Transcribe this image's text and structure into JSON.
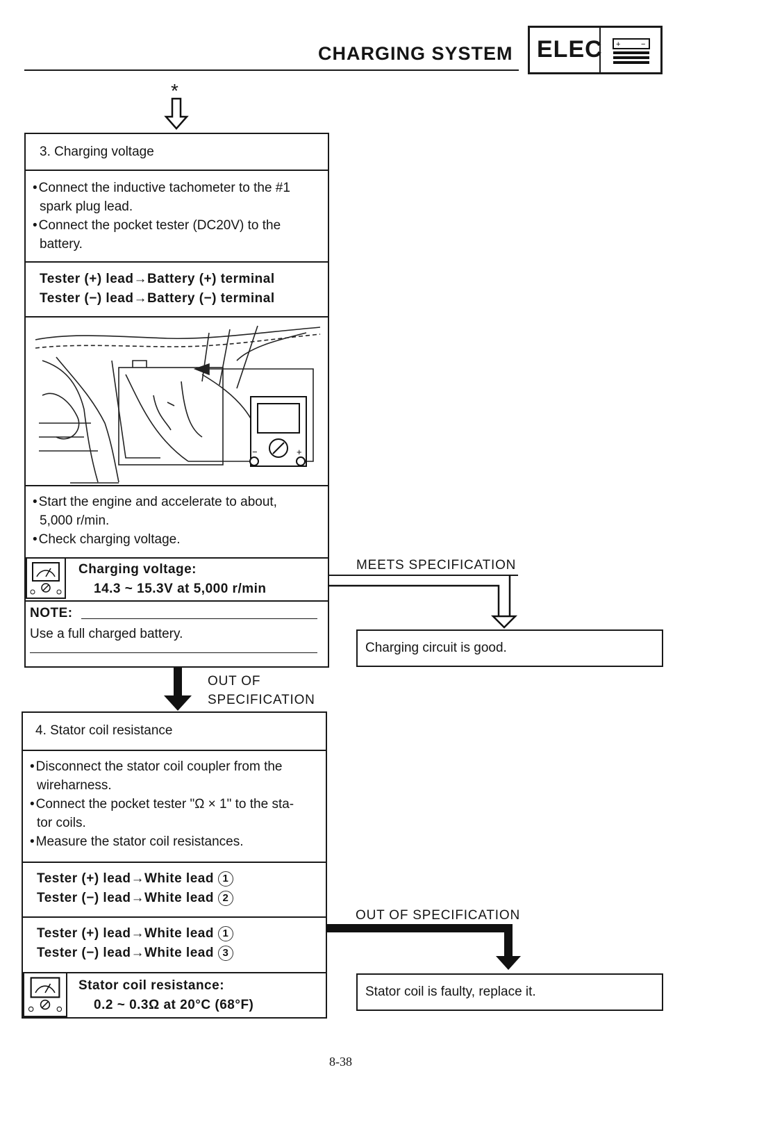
{
  "header": {
    "title": "CHARGING SYSTEM",
    "section": "ELEC"
  },
  "start_marker": "*",
  "step3": {
    "title": "3. Charging voltage",
    "instructions": [
      "Connect the inductive tachometer to the #1",
      "spark plug lead.",
      "Connect the pocket tester (DC20V) to the",
      "battery."
    ],
    "tester_lines": [
      "Tester (+) lead→Battery (+) terminal",
      "Tester (−) lead→Battery (−) terminal"
    ],
    "after": [
      "Start the engine and accelerate to about,",
      "5,000 r/min.",
      "Check charging voltage."
    ],
    "spec_label": "Charging voltage:",
    "spec_value": "14.3 ~ 15.3V at 5,000 r/min",
    "note_label": "NOTE:",
    "note_text": "Use a full charged battery."
  },
  "branch1": {
    "meets_label": "MEETS SPECIFICATION",
    "result": "Charging circuit is good.",
    "out_label_1": "OUT OF",
    "out_label_2": "SPECIFICATION"
  },
  "step4": {
    "title": "4. Stator coil resistance",
    "instructions": [
      "Disconnect the stator coil coupler from the",
      "wireharness.",
      "Connect the pocket tester \"Ω × 1\" to the sta-",
      "tor coils.",
      "Measure the stator coil resistances."
    ],
    "group1": [
      {
        "text": "Tester (+) lead→White lead",
        "num": "1"
      },
      {
        "text": "Tester (−) lead→White lead",
        "num": "2"
      }
    ],
    "group2": [
      {
        "text": "Tester (+) lead→White lead",
        "num": "1"
      },
      {
        "text": "Tester (−) lead→White lead",
        "num": "3"
      }
    ],
    "spec_label": "Stator coil resistance:",
    "spec_value": "0.2 ~ 0.3Ω at 20°C (68°F)"
  },
  "branch2": {
    "out_label": "OUT OF SPECIFICATION",
    "result": "Stator coil is faulty, replace it."
  },
  "page_number": "8-38",
  "icons": [
    "tester-icon",
    "battery-icon",
    "arrow-down-icon"
  ]
}
